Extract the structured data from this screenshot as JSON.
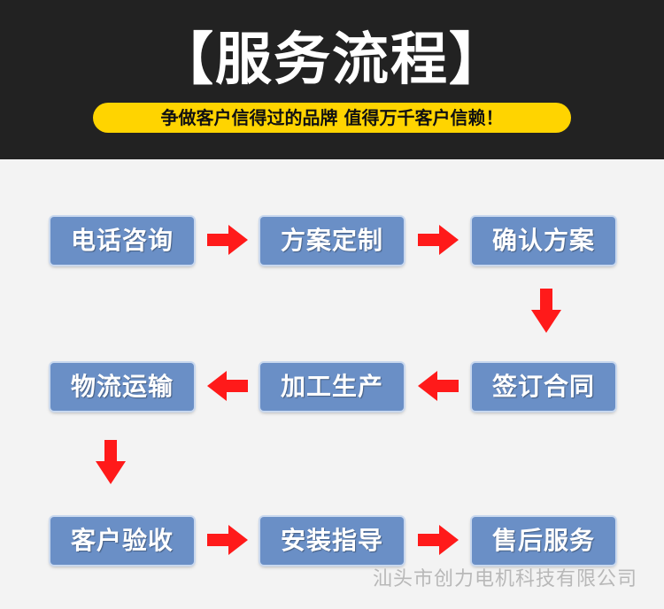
{
  "header": {
    "title": "【服务流程】",
    "subtitle": "争做客户信得过的品牌  值得万千客户信赖！"
  },
  "steps": [
    "电话咨询",
    "方案定制",
    "确认方案",
    "签订合同",
    "加工生产",
    "物流运输",
    "客户验收",
    "安装指导",
    "售后服务"
  ],
  "colors": {
    "header_bg": "#222222",
    "pill": "#ffd400",
    "step_box": "#6a8fc6",
    "arrow": "#ff1a1a"
  },
  "icons": {
    "arrow": "arrow-icon"
  },
  "watermark": "汕头市创力电机科技有限公司"
}
